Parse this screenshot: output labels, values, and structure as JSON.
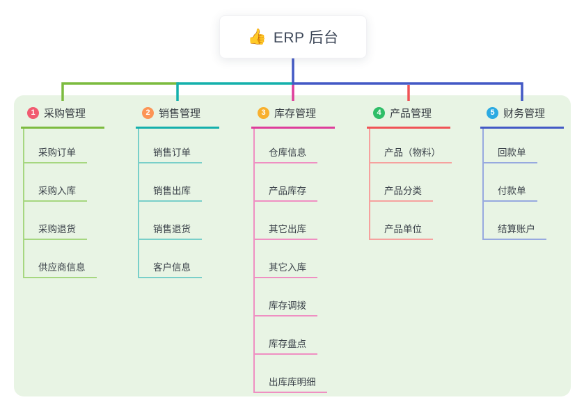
{
  "root": {
    "icon": "👍",
    "icon_name": "thumbs-up-icon",
    "label": "ERP 后台",
    "connector_color": "#4359C5"
  },
  "panel_color": "#E8F4E4",
  "branches": [
    {
      "num": "1",
      "label": "采购管理",
      "badge_color": "#F15B70",
      "line_color": "#7CBB3F",
      "child_line_color": "#A6D780",
      "children": [
        "采购订单",
        "采购入库",
        "采购退货",
        "供应商信息"
      ]
    },
    {
      "num": "2",
      "label": "销售管理",
      "badge_color": "#FC9455",
      "line_color": "#14B0AC",
      "child_line_color": "#79CFC9",
      "children": [
        "销售订单",
        "销售出库",
        "销售退货",
        "客户信息"
      ]
    },
    {
      "num": "3",
      "label": "库存管理",
      "badge_color": "#F8B02E",
      "line_color": "#DE3D9B",
      "child_line_color": "#EF8FC2",
      "children": [
        "仓库信息",
        "产品库存",
        "其它出库",
        "其它入库",
        "库存调拨",
        "库存盘点",
        "出库库明细"
      ]
    },
    {
      "num": "4",
      "label": "产品管理",
      "badge_color": "#2FBE68",
      "line_color": "#F05356",
      "child_line_color": "#F6A19E",
      "children": [
        "产品（物料）",
        "产品分类",
        "产品单位"
      ]
    },
    {
      "num": "5",
      "label": "财务管理",
      "badge_color": "#2BAAE2",
      "line_color": "#4359C5",
      "child_line_color": "#97A9DF",
      "children": [
        "回款单",
        "付款单",
        "结算账户"
      ]
    }
  ]
}
